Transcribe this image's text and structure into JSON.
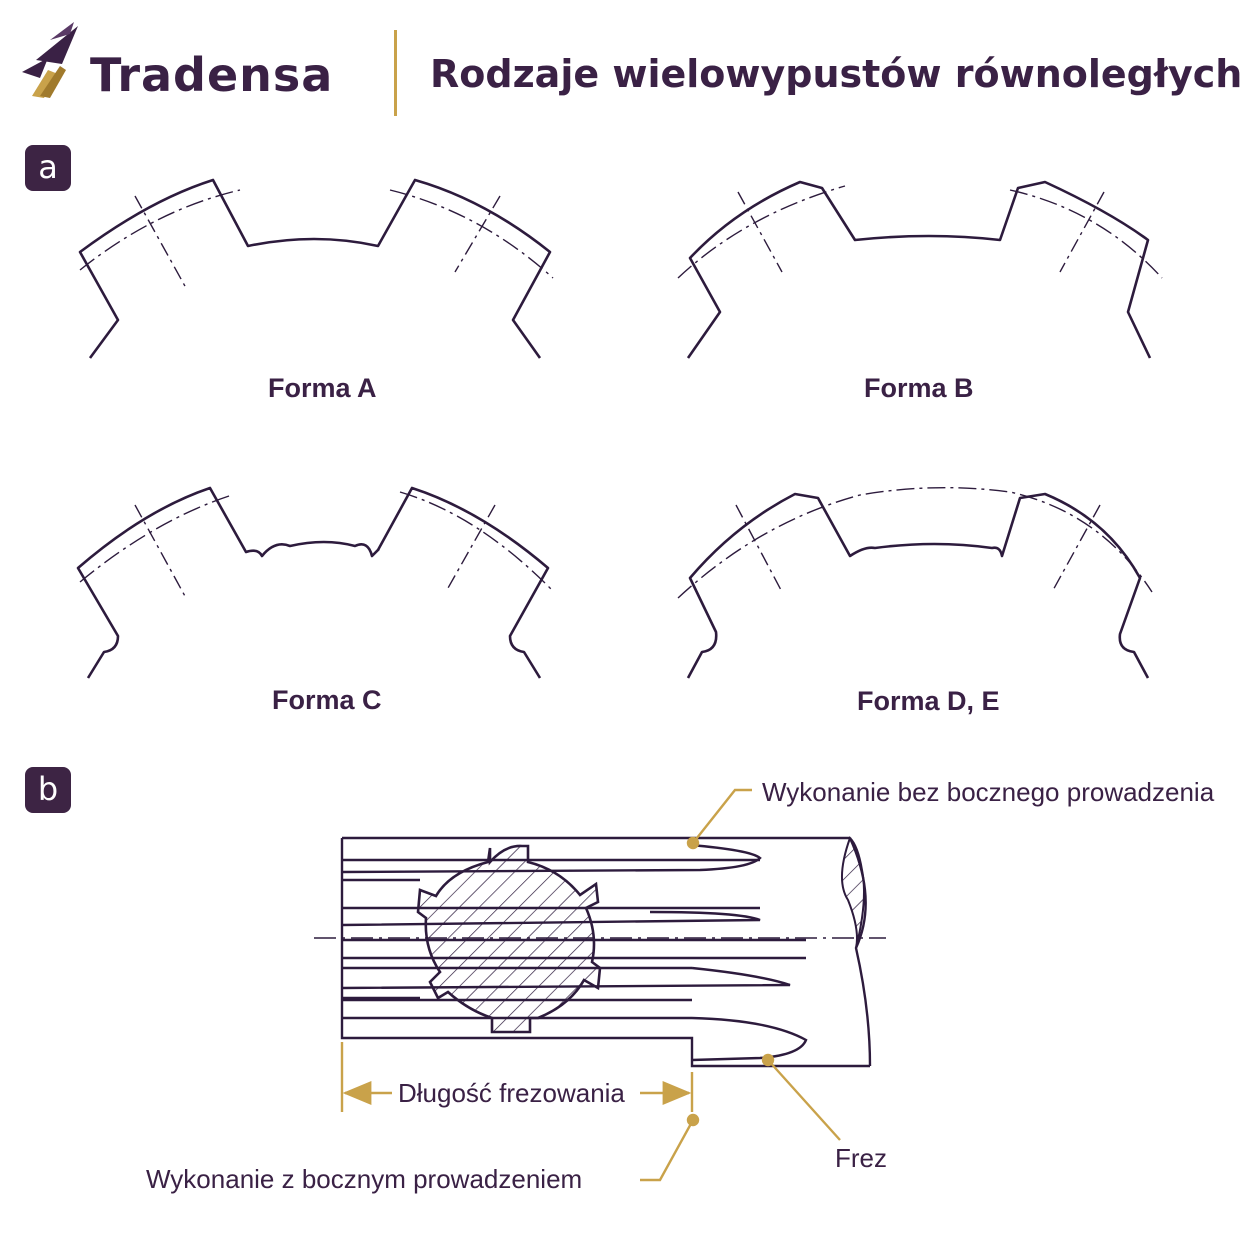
{
  "header": {
    "brand": "Tradensa",
    "title": "Rodzaje wielowypustów równoległych",
    "colors": {
      "primary": "#3a2145",
      "accent": "#c9a24a"
    }
  },
  "sections": {
    "a": {
      "badge": "a",
      "forms": [
        "Forma A",
        "Forma B",
        "Forma C",
        "Forma D, E"
      ]
    },
    "b": {
      "badge": "b",
      "callouts": {
        "top": "Wykonanie bez bocznego prowadzenia",
        "length": "Długość frezowania",
        "bottom": "Wykonanie z bocznym prowadzeniem",
        "cutter": "Frez"
      }
    }
  },
  "icons": [
    "tradensa-logo-icon"
  ]
}
